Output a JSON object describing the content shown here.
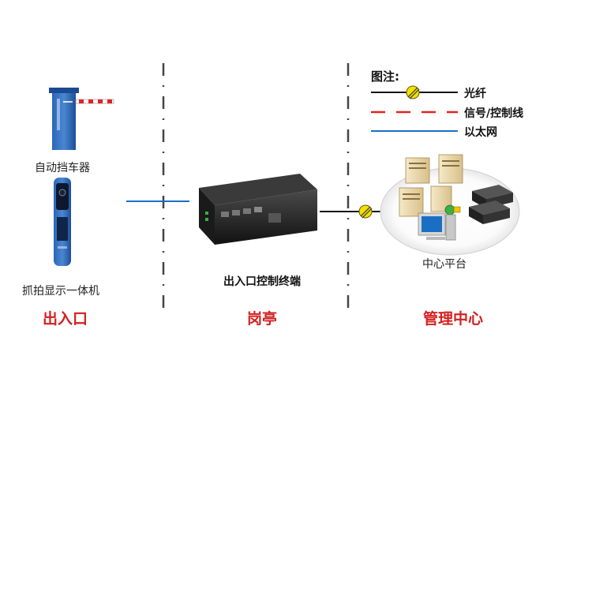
{
  "devices": {
    "barrier_label": "自动挡车器",
    "camera_label": "抓拍显示一体机",
    "controller_label": "出入口控制终端",
    "platform_label": "中心平台"
  },
  "zones": {
    "entrance": "出入口",
    "booth": "岗亭",
    "management": "管理中心"
  },
  "legend": {
    "title": "图注:",
    "items": [
      {
        "label": "光纤",
        "line": "fiber"
      },
      {
        "label": "信号/控制线",
        "line": "signal"
      },
      {
        "label": "以太网",
        "line": "ethernet"
      }
    ]
  },
  "colors": {
    "zone_label": "#d42020",
    "signal_line": "#e32222",
    "ethernet_line": "#1a6fc4",
    "fiber_line": "#111111",
    "fiber_marker": "#f2e000",
    "device_blue": "#1f58a8"
  },
  "icons": {
    "barrier": "barrier-gate-icon",
    "camera": "capture-display-icon",
    "controller": "controller-box-icon",
    "fiber": "fiber-splice-icon",
    "server": "server-icon",
    "workstation": "workstation-icon",
    "storage": "storage-icon"
  }
}
